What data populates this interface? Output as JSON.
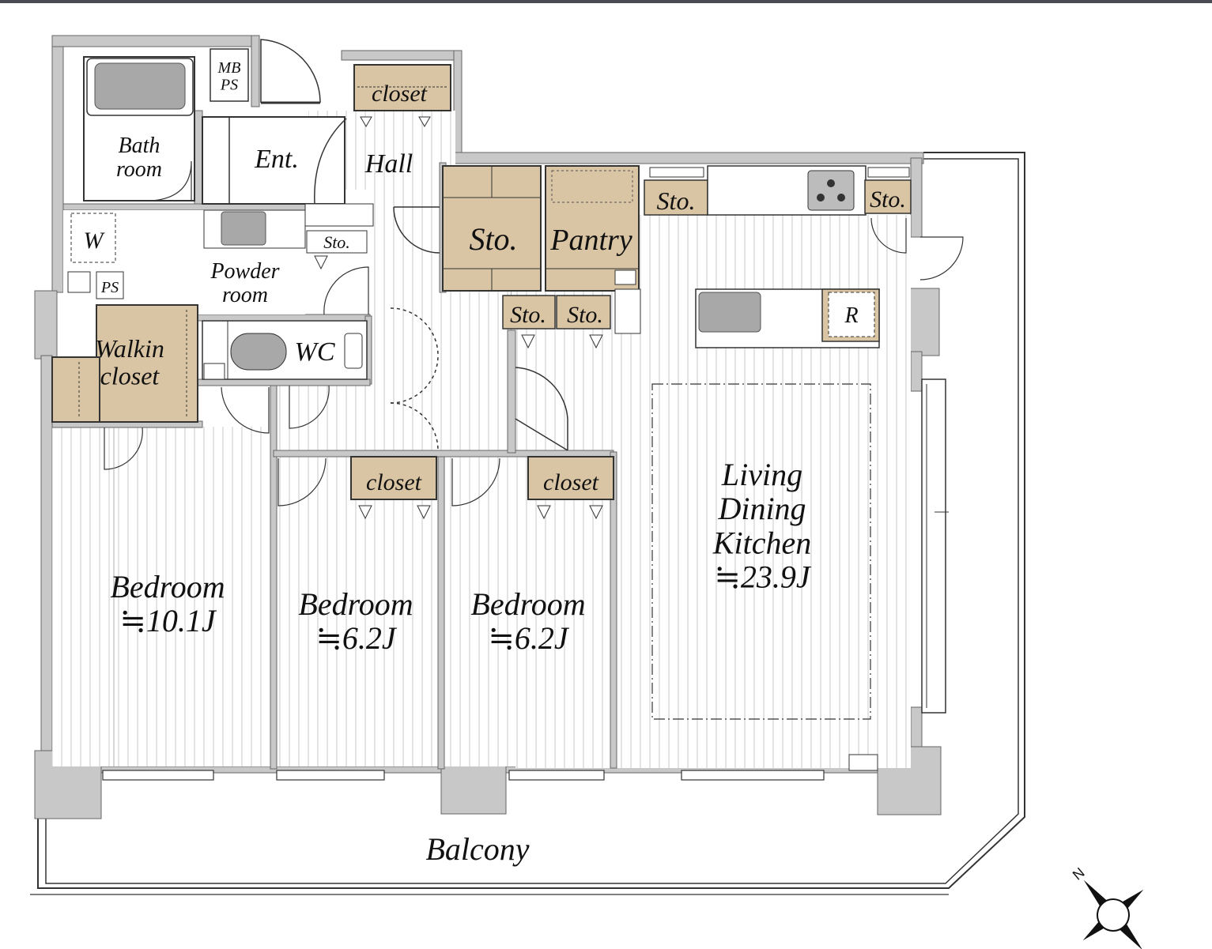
{
  "colors": {
    "wall": "#c8c8c8",
    "storage": "#d9c4a3",
    "floor_stripe": "#bdbdbd",
    "line": "#333333",
    "text": "#111111"
  },
  "rooms": {
    "bathroom": "Bath\nroom",
    "entrance": "Ent.",
    "hall": "Hall",
    "mb_ps": "MB\nPS",
    "closet_entrance": "closet",
    "storage_main": "Sto.",
    "pantry": "Pantry",
    "sto_kitchen_left": "Sto.",
    "sto_kitchen_right": "Sto.",
    "washer": "W",
    "ps": "PS",
    "sto_powder": "Sto.",
    "powder_room": "Powder\nroom",
    "wc": "WC",
    "walkin_closet": "Walkin\ncloset",
    "sto_hall_1": "Sto.",
    "sto_hall_2": "Sto.",
    "refrigerator": "R",
    "closet_bedroom_2": "closet",
    "closet_bedroom_3": "closet",
    "ldk": "Living\nDining\nKitchen\n≒23.9J",
    "bedroom_1": "Bedroom\n≒10.1J",
    "bedroom_2": "Bedroom\n≒6.2J",
    "bedroom_3": "Bedroom\n≒6.2J",
    "balcony": "Balcony"
  },
  "compass": {
    "label": "N",
    "icon": "compass-rose-icon"
  }
}
